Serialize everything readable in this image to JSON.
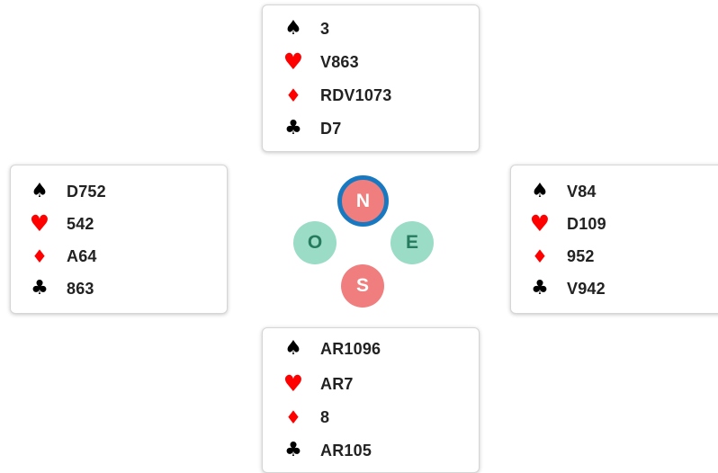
{
  "hands": {
    "north": [
      {
        "suit": "spades-icon",
        "symbol": "♠",
        "cards": "3"
      },
      {
        "suit": "hearts-icon",
        "symbol": "♥",
        "cards": "V863"
      },
      {
        "suit": "diamonds-icon",
        "symbol": "♦",
        "cards": "RDV1073"
      },
      {
        "suit": "clubs-icon",
        "symbol": "♣",
        "cards": "D7"
      }
    ],
    "west": [
      {
        "suit": "spades-icon",
        "symbol": "♠",
        "cards": "D752"
      },
      {
        "suit": "hearts-icon",
        "symbol": "♥",
        "cards": "542"
      },
      {
        "suit": "diamonds-icon",
        "symbol": "♦",
        "cards": "A64"
      },
      {
        "suit": "clubs-icon",
        "symbol": "♣",
        "cards": "863"
      }
    ],
    "east": [
      {
        "suit": "spades-icon",
        "symbol": "♠",
        "cards": "V84"
      },
      {
        "suit": "hearts-icon",
        "symbol": "♥",
        "cards": "D109"
      },
      {
        "suit": "diamonds-icon",
        "symbol": "♦",
        "cards": "952"
      },
      {
        "suit": "clubs-icon",
        "symbol": "♣",
        "cards": "V942"
      }
    ],
    "south": [
      {
        "suit": "spades-icon",
        "symbol": "♠",
        "cards": "AR1096"
      },
      {
        "suit": "hearts-icon",
        "symbol": "♥",
        "cards": "AR7"
      },
      {
        "suit": "diamonds-icon",
        "symbol": "♦",
        "cards": "8"
      },
      {
        "suit": "clubs-icon",
        "symbol": "♣",
        "cards": "AR105"
      }
    ]
  },
  "compass": {
    "north": "N",
    "west": "O",
    "east": "E",
    "south": "S",
    "active_seat": "north"
  },
  "colors": {
    "black_suit": "#000000",
    "red_suit": "#ff0000",
    "seat_red": "#f07e7e",
    "seat_green": "#9adcc6",
    "active_ring": "#1979c0"
  }
}
